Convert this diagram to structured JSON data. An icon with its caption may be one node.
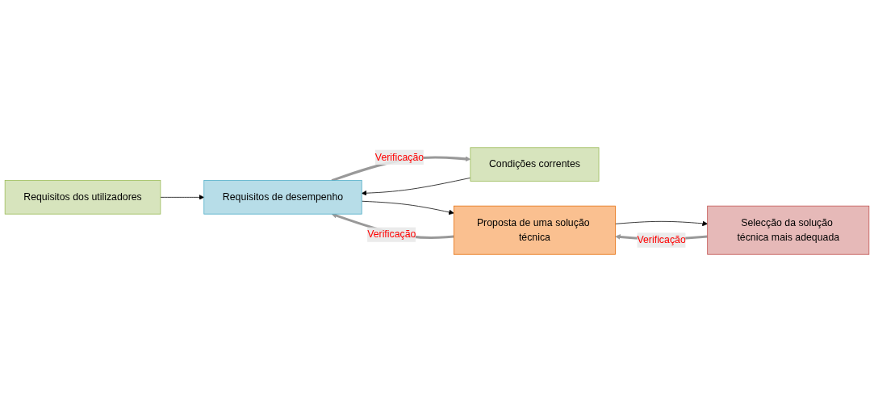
{
  "diagram": {
    "nodes": [
      {
        "text": [
          "Requisitos dos utilizadores"
        ]
      },
      {
        "text": [
          "Condições correntes"
        ]
      },
      {
        "text": [
          "Requisitos de desempenho"
        ]
      },
      {
        "text": [
          "Proposta de uma solução técnica"
        ]
      },
      {
        "text": [
          "Selecção da solução técnica mais adequada"
        ]
      }
    ],
    "edges": [
      {
        "from": 0,
        "to": 2,
        "arrow": "to"
      },
      {
        "from": 1,
        "to": 2,
        "arrow": "to"
      },
      {
        "from": 2,
        "to": 3,
        "arrow": "to"
      },
      {
        "from": 3,
        "to": 4,
        "arrow": "to"
      },
      {
        "from": 2,
        "to": 1,
        "arrow": "to",
        "style": "thick",
        "color": "#999999",
        "label": "Verificação"
      },
      {
        "from": 3,
        "to": 2,
        "arrow": "to",
        "style": "thick",
        "color": "#999999",
        "label": "Verificação"
      },
      {
        "from": 4,
        "to": 3,
        "arrow": "to",
        "style": "thick",
        "color": "#999999",
        "label": "Verificação"
      }
    ]
  }
}
